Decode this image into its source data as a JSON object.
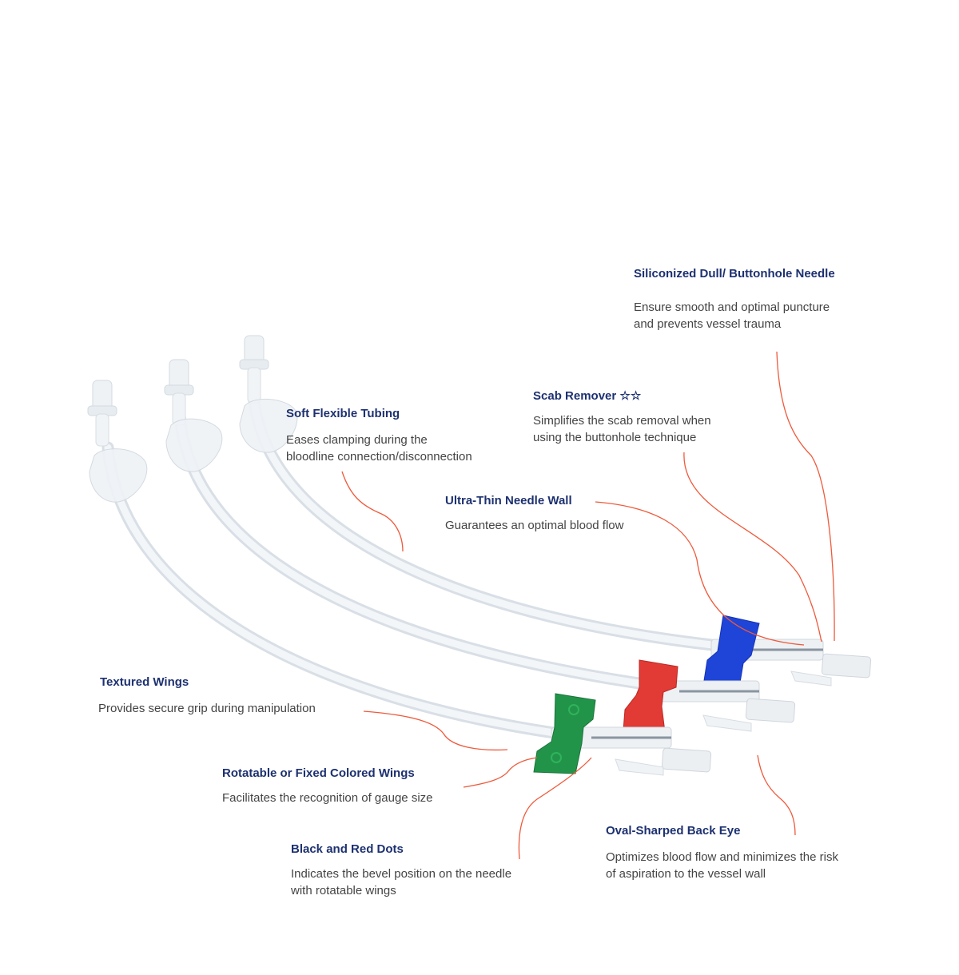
{
  "colors": {
    "title": "#1d3170",
    "description": "#444444",
    "leader_line": "#ee5a3c",
    "tubing": "#e6ebf0",
    "connector": "#e9eef2",
    "wing_blue": "#1f44d8",
    "wing_red": "#e23a34",
    "wing_green": "#22944a"
  },
  "callouts": {
    "buttonhole_needle": {
      "title": "Siliconized Dull/ Buttonhole Needle",
      "description": "Ensure smooth and optimal puncture\nand prevents vessel trauma"
    },
    "scab_remover": {
      "title": "Scab Remover ☆☆",
      "description": "Simplifies the scab removal when\nusing the buttonhole technique"
    },
    "soft_tubing": {
      "title": "Soft Flexible Tubing",
      "description": "Eases clamping during the\nbloodline connection/disconnection"
    },
    "thin_wall": {
      "title": "Ultra-Thin Needle Wall",
      "description": "Guarantees an optimal blood flow"
    },
    "textured_wings": {
      "title": "Textured Wings",
      "description": "Provides secure grip during manipulation"
    },
    "colored_wings": {
      "title": "Rotatable or Fixed Colored Wings",
      "description": "Facilitates the recognition of gauge size"
    },
    "dots": {
      "title": "Black and Red Dots",
      "description": "Indicates the bevel position on the needle\nwith rotatable wings"
    },
    "back_eye": {
      "title": "Oval-Sharped Back Eye",
      "description": "Optimizes blood flow and minimizes the risk\nof aspiration to the vessel wall"
    }
  }
}
